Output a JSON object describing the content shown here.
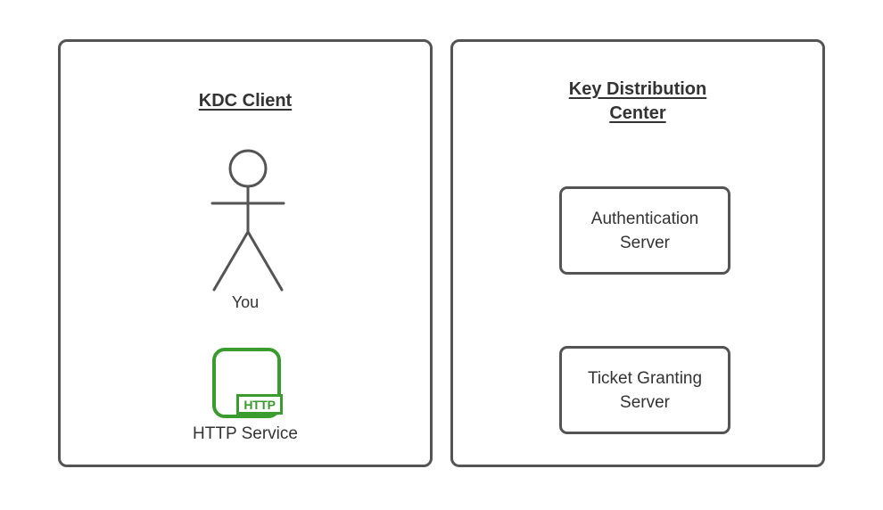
{
  "colors": {
    "background": "#ffffff",
    "stroke": "#545454",
    "text": "#333333",
    "green": "#3a9b2f"
  },
  "left_panel": {
    "title": "KDC Client",
    "actor_label": "You",
    "http_badge": "HTTP",
    "service_label": "HTTP Service"
  },
  "right_panel": {
    "title": "Key Distribution\nCenter",
    "servers": [
      {
        "label": "Authentication\nServer"
      },
      {
        "label": "Ticket Granting\nServer"
      }
    ]
  }
}
